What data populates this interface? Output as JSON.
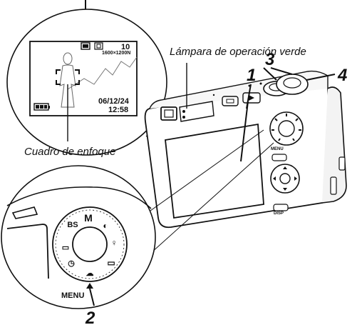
{
  "callouts": {
    "green_lamp": "Lámpara de operación verde",
    "focus_frame": "Cuadro de enfoque",
    "n1": "1",
    "n2": "2",
    "n3": "3",
    "n4": "4"
  },
  "lcd": {
    "shots_remaining": "10",
    "image_size": "1600×1200N",
    "date": "06/12/24",
    "time": "12:58"
  },
  "dial_zoom": {
    "menu_label": "MENU",
    "mode_marks": [
      "M",
      "BS",
      "▭",
      "◷",
      "♀",
      "▭",
      "☁",
      "◐"
    ]
  },
  "camera_body": {
    "menu_label": "MENU",
    "disp_label": "DISP"
  }
}
